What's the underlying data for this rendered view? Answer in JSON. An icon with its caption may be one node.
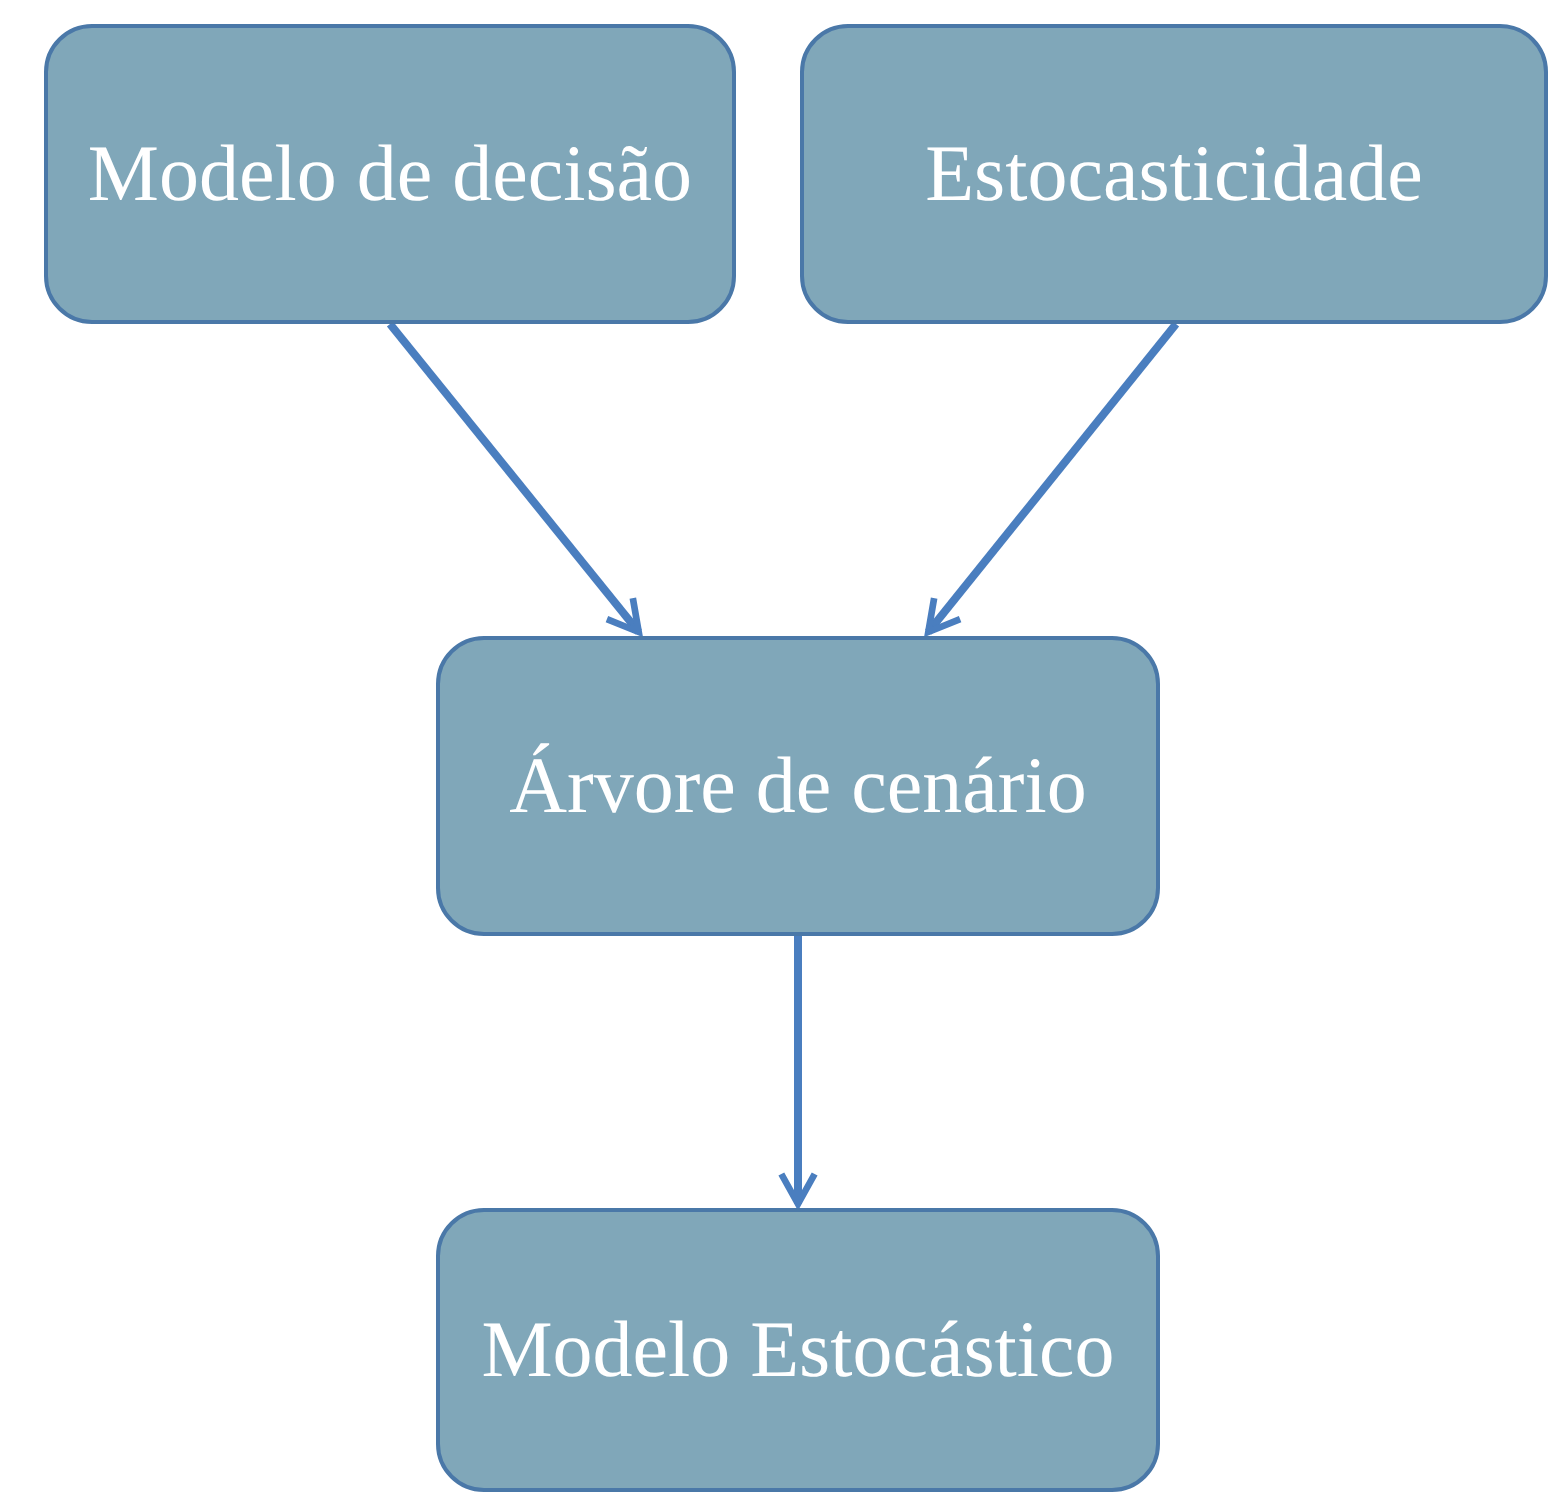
{
  "diagram": {
    "nodes": [
      {
        "text": [
          "Modelo de decisão"
        ]
      },
      {
        "text": [
          "Estocasticidade"
        ]
      },
      {
        "text": [
          "Árvore de cenário"
        ]
      },
      {
        "text": [
          "Modelo Estocástico"
        ]
      }
    ],
    "edges": [
      {
        "from": 0,
        "to": 2,
        "arrow": "to"
      },
      {
        "from": 1,
        "to": 2,
        "arrow": "to"
      },
      {
        "from": 2,
        "to": 3,
        "arrow": "to"
      }
    ]
  }
}
